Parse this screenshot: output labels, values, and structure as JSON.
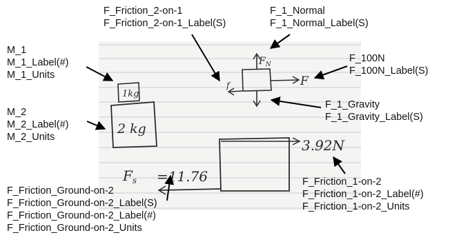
{
  "handwriting": {
    "mass1": "1kg",
    "mass2": "2 kg",
    "normal": "F",
    "normal_sub": "N",
    "applied": "F",
    "friction_left": "f",
    "fs": "F",
    "fs_sub": "s",
    "fs_value": "=11.76",
    "result": "3.92N"
  },
  "labels": {
    "friction_2on1": [
      "F_Friction_2-on-1",
      "F_Friction_2-on-1_Label(S)"
    ],
    "normal": [
      "F_1_Normal",
      "F_1_Normal_Label(S)"
    ],
    "m1": [
      "M_1",
      "M_1_Label(#)",
      "M_1_Units"
    ],
    "f100": [
      "F_100N",
      "F_100N_Label(S)"
    ],
    "m2": [
      "M_2",
      "M_2_Label(#)",
      "M_2_Units"
    ],
    "gravity": [
      "F_1_Gravity",
      "F_1_Gravity_Label(S)"
    ],
    "friction_1on2": [
      "F_Friction_1-on-2",
      "F_Friction_1-on-2_Label(#)",
      "F_Friction_1-on-2_Units"
    ],
    "friction_ground": [
      "F_Friction_Ground-on-2",
      "F_Friction_Ground-on-2_Label(S)",
      "F_Friction_Ground-on-2_Label(#)",
      "F_Friction_Ground-on-2_Units"
    ]
  },
  "colors": {
    "ink": "#2a2a2a",
    "rule_line": "#c7ccd6",
    "paper": "#f4f4f3",
    "arrow": "#000000"
  }
}
